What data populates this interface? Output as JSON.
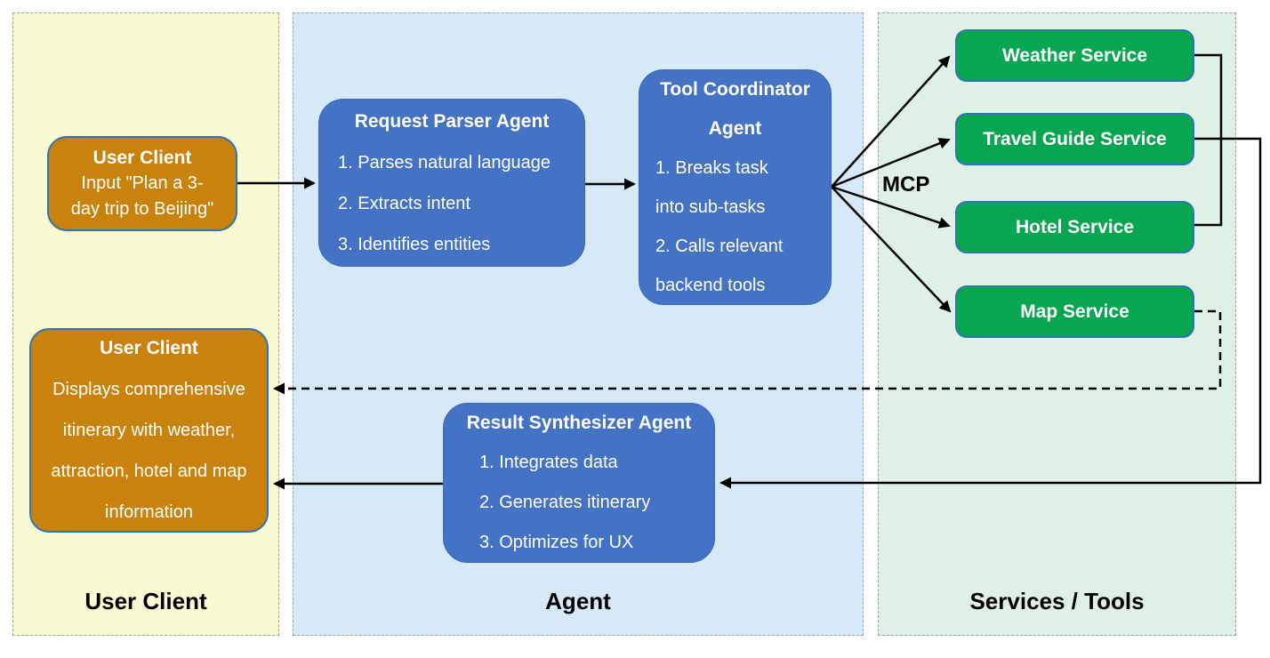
{
  "lanes": {
    "user_client": {
      "label": "User Client"
    },
    "agent": {
      "label": "Agent"
    },
    "services": {
      "label": "Services / Tools"
    }
  },
  "nodes": {
    "user_client_top": {
      "title": "User Client",
      "lines": [
        "Input \"Plan a 3-",
        "day trip to Beijing\""
      ]
    },
    "request_parser": {
      "title": "Request Parser Agent",
      "items": [
        "1. Parses natural language",
        "2. Extracts intent",
        "3. Identifies entities"
      ]
    },
    "tool_coordinator": {
      "title": "Tool Coordinator Agent",
      "items": [
        "1. Breaks task",
        "into sub-tasks",
        "2. Calls relevant",
        "backend tools"
      ]
    },
    "result_synthesizer": {
      "title": "Result Synthesizer Agent",
      "items": [
        "1. Integrates data",
        "2. Generates itinerary",
        "3. Optimizes for UX"
      ]
    },
    "user_client_bottom": {
      "title": "User Client",
      "lines": [
        "Displays comprehensive",
        "itinerary with weather,",
        "attraction, hotel and map",
        "information"
      ]
    },
    "services": [
      {
        "label": "Weather Service"
      },
      {
        "label": "Travel Guide Service"
      },
      {
        "label": "Hotel Service"
      },
      {
        "label": "Map Service"
      }
    ]
  },
  "edge_labels": {
    "mcp": "MCP"
  },
  "colors": {
    "lane_user_client_bg": "#FAFAD2",
    "lane_agent_bg": "#D5E9F7",
    "lane_services_bg": "#DFF1E5",
    "lane_border": "#9E9E9E",
    "client_node_bg": "#C8820D",
    "client_node_border": "#2E75B6",
    "agent_node_bg": "#4472C4",
    "agent_node_border": "#3C69B5",
    "service_node_bg": "#09A651",
    "service_node_border": "#2E75B6",
    "node_text": "#FFFFFF",
    "connector": "#000000",
    "label_text": "#000000"
  }
}
